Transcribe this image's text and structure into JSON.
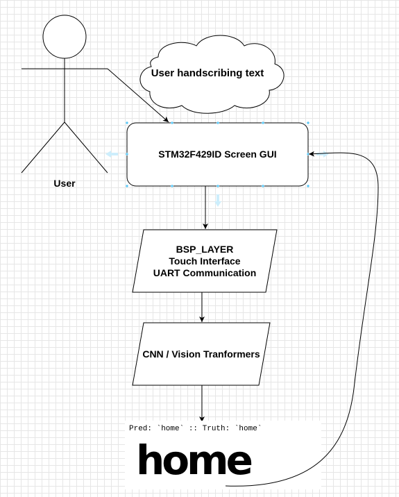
{
  "actor": {
    "label": "User"
  },
  "cloud": {
    "label": "User handscribing text"
  },
  "nodes": {
    "gui": {
      "label": "STM32F429ID Screen GUI"
    },
    "bsp": {
      "lines": [
        "BSP_LAYER",
        "Touch Interface",
        "UART Communication"
      ]
    },
    "cnn": {
      "label": "CNN / Vision Tranformers"
    }
  },
  "output": {
    "caption": "Pred: `home` :: Truth: `home`",
    "handwriting": "home"
  },
  "colors": {
    "stroke": "#000000",
    "selection_handle": "#29b6f2",
    "grid": "#e6e6e6"
  }
}
